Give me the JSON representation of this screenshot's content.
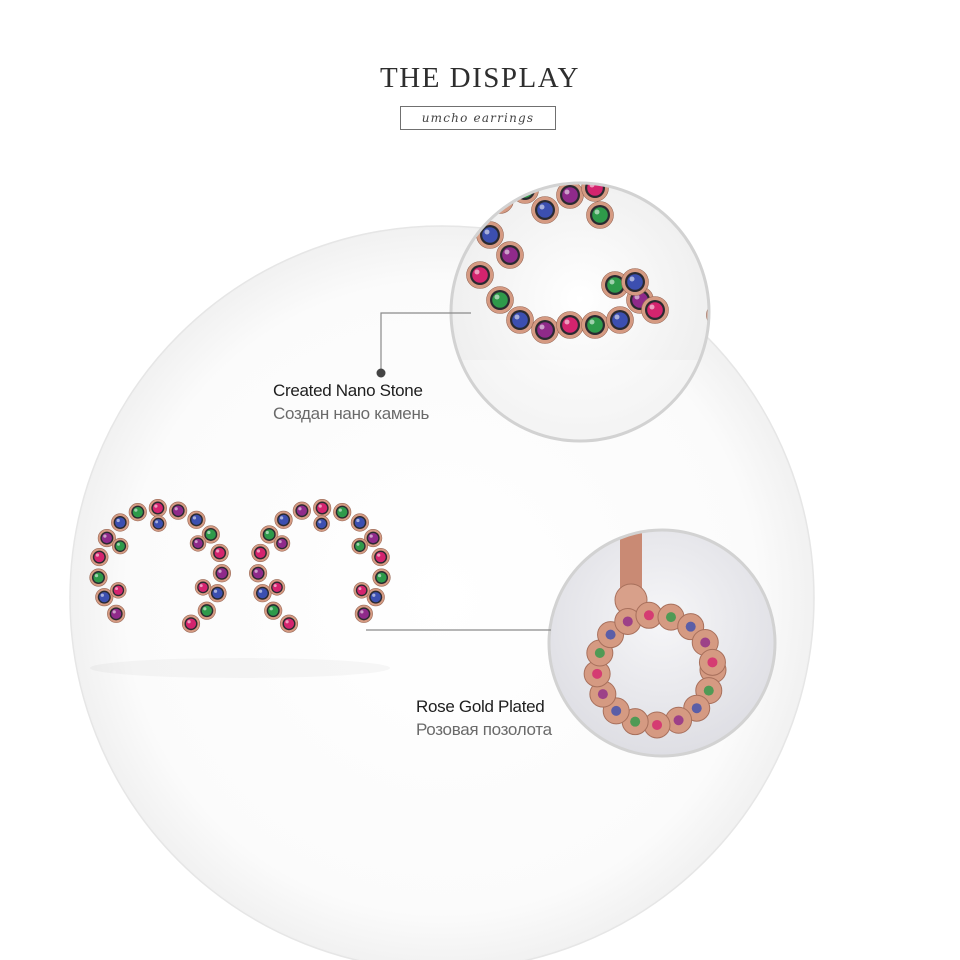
{
  "header": {
    "title": "THE DISPLAY",
    "subtitle": "umcho earrings"
  },
  "features": [
    {
      "name_en": "Created Nano Stone",
      "name_ru": "Создан нано камень"
    },
    {
      "name_en": "Rose Gold Plated",
      "name_ru": "Розовая позолота"
    }
  ],
  "colors": {
    "accent_line": "#8a8a8a",
    "gem_pink": "#d4246e",
    "gem_green": "#2e9a4a",
    "gem_blue": "#3c4fb0",
    "gem_violet": "#8f2a8a",
    "rose_gold": "#d59a82"
  }
}
